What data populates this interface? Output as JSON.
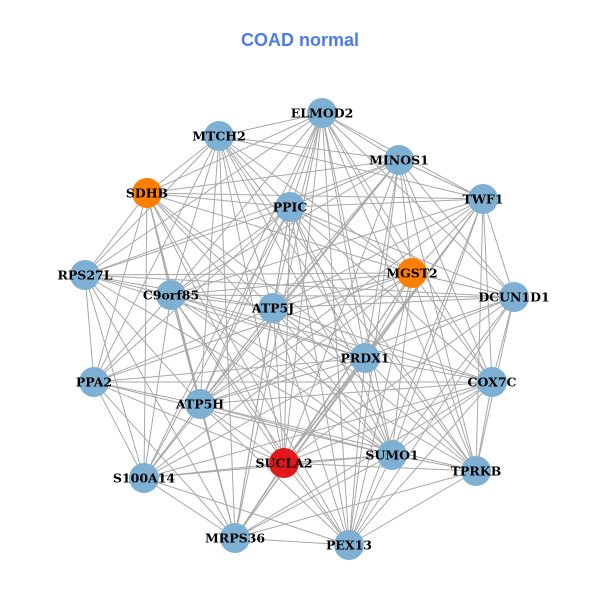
{
  "title": "COAD normal",
  "colors": {
    "default": "#7eb0d4",
    "orange": "#ff7f00",
    "red": "#e3181c",
    "edge": "#a8a8a8",
    "title": "#4b7bec"
  },
  "nodes": [
    {
      "name": "ELMOD2",
      "color": "default"
    },
    {
      "name": "MTCH2",
      "color": "default"
    },
    {
      "name": "MINOS1",
      "color": "default"
    },
    {
      "name": "SDHB",
      "color": "orange"
    },
    {
      "name": "TWF1",
      "color": "default"
    },
    {
      "name": "PPIC",
      "color": "default"
    },
    {
      "name": "RPS27L",
      "color": "default"
    },
    {
      "name": "MGST2",
      "color": "orange"
    },
    {
      "name": "DCUN1D1",
      "color": "default"
    },
    {
      "name": "C9orf85",
      "color": "default"
    },
    {
      "name": "ATP5J",
      "color": "default"
    },
    {
      "name": "PRDX1",
      "color": "default"
    },
    {
      "name": "PPA2",
      "color": "default"
    },
    {
      "name": "COX7C",
      "color": "default"
    },
    {
      "name": "ATP5H",
      "color": "default"
    },
    {
      "name": "SUMO1",
      "color": "default"
    },
    {
      "name": "SUCLA2",
      "color": "red"
    },
    {
      "name": "TPRKB",
      "color": "default"
    },
    {
      "name": "S100A14",
      "color": "default"
    },
    {
      "name": "MRPS36",
      "color": "default"
    },
    {
      "name": "PEX13",
      "color": "default"
    }
  ],
  "adjacency": [
    [
      1,
      2,
      3,
      4,
      5,
      6,
      7,
      8,
      9,
      10,
      11,
      13,
      14,
      15,
      16,
      17,
      18,
      19,
      20
    ],
    [
      2,
      3,
      4,
      5,
      6,
      7,
      9,
      10,
      11,
      12,
      14,
      15,
      16,
      17,
      19
    ],
    [
      3,
      4,
      5,
      6,
      7,
      8,
      9,
      10,
      11,
      13,
      14,
      16,
      17,
      18,
      20
    ],
    [
      4,
      5,
      6,
      7,
      9,
      10,
      11,
      12,
      14,
      15,
      16,
      18,
      19,
      20
    ],
    [
      5,
      7,
      8,
      9,
      10,
      11,
      13,
      14,
      15,
      16,
      17,
      19,
      20
    ],
    [
      6,
      7,
      8,
      9,
      10,
      11,
      12,
      13,
      14,
      15,
      16,
      17,
      18,
      19,
      20
    ],
    [
      7,
      8,
      9,
      10,
      11,
      12,
      14,
      15,
      18,
      19
    ],
    [
      8,
      9,
      10,
      11,
      12,
      13,
      14,
      15,
      16,
      17,
      18,
      19,
      20
    ],
    [
      9,
      10,
      11,
      13,
      14,
      15,
      16,
      17,
      20
    ],
    [
      10,
      11,
      12,
      13,
      14,
      15,
      16,
      17,
      18,
      19,
      20
    ],
    [
      11,
      12,
      13,
      14,
      15,
      16,
      17,
      18,
      19,
      20
    ],
    [
      12,
      13,
      14,
      15,
      16,
      17,
      18,
      19,
      20
    ],
    [
      13,
      14,
      15,
      16,
      18,
      19
    ],
    [
      14,
      15,
      16,
      17,
      18,
      19,
      20
    ],
    [
      15,
      16,
      17,
      18,
      19,
      20
    ],
    [
      16,
      17,
      18,
      19,
      20
    ],
    [
      17,
      18,
      19,
      20
    ],
    [
      19,
      20
    ],
    [
      19,
      20
    ],
    [
      20
    ],
    []
  ]
}
